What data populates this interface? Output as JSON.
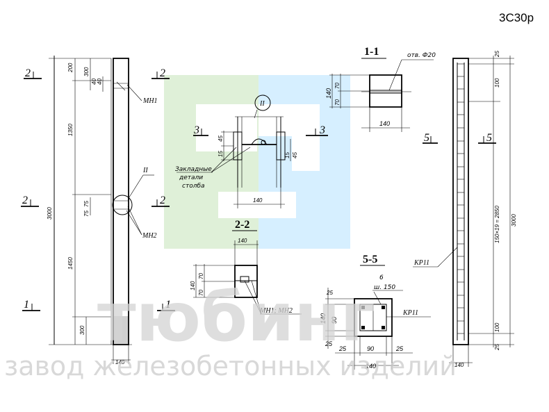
{
  "product_code": "3С30р",
  "colors": {
    "logo_green": "#dff0d8",
    "logo_blue": "#d6efff",
    "watermark": "#cfcfcf"
  },
  "watermark": {
    "brand": "тюбинг",
    "tagline": "завод железобетонных изделий"
  },
  "sections": {
    "s1_1": "1-1",
    "s2_2": "2-2",
    "s5_5": "5-5",
    "mark_1": "1",
    "mark_2": "2",
    "mark_3": "3",
    "mark_5": "5",
    "detail_II": "II"
  },
  "labels": {
    "mh1": "МН1",
    "mh2": "МН2",
    "mh1_mh2": "МН1; МН2",
    "kr11": "КР11",
    "kr11_b": "КР11",
    "embedded_line1": "Закладные",
    "embedded_line2": "детали",
    "embedded_line3": "столба",
    "hole": "отв. Ф20",
    "step": "ш. 150",
    "six": "6"
  },
  "dims": {
    "d200": "200",
    "d300": "300",
    "d40a": "40",
    "d40b": "40",
    "d1350": "1350",
    "d3000": "3000",
    "d75a": "75",
    "d75b": "75",
    "d1450": "1450",
    "d300b": "300",
    "d140": "140",
    "d15": "15",
    "d45a": "45",
    "d45b": "45",
    "d15b": "15",
    "d140b": "140",
    "d140c": "140",
    "d70a": "70",
    "d70b": "70",
    "d140d": "140",
    "d140e": "140",
    "d140f": "140",
    "d70c": "70",
    "d70d": "70",
    "d25a": "25",
    "d140g": "140",
    "d25b": "25",
    "d25c": "25",
    "d90a": "90",
    "d25d": "25",
    "d90b": "90",
    "d140h": "140",
    "d25e": "25",
    "d100a": "100",
    "d150": "150×19 = 2850",
    "d3000b": "3000",
    "d100b": "100",
    "d25f": "25",
    "d140i": "140"
  }
}
